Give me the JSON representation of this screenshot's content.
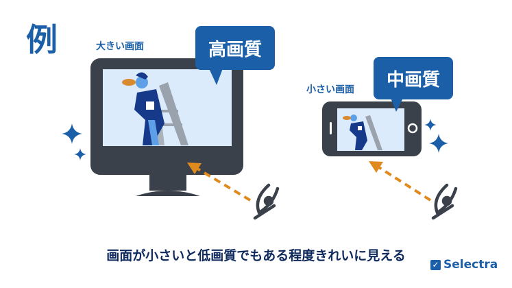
{
  "title": "例",
  "large_screen": {
    "label": "大きい画面",
    "quality": "高画質"
  },
  "small_screen": {
    "label": "小さい画面",
    "quality": "中画質"
  },
  "caption": "画面が小さいと低画質でもある程度きれいに見える",
  "brand": "Selectra",
  "colors": {
    "blue": "#1a5fa8",
    "device": "#3a414a",
    "screen": "#dcebfb",
    "arrow": "#e08a1e",
    "navy": "#0f2a5c"
  }
}
